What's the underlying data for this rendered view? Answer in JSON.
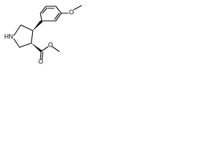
{
  "molecule": {
    "atoms": {
      "ring_nh": "HN",
      "ester_o_carbonyl": "O",
      "ester_o_single": "O",
      "ether_o": "O"
    }
  },
  "colors": {
    "bond": "#000000",
    "background": "#ffffff"
  }
}
